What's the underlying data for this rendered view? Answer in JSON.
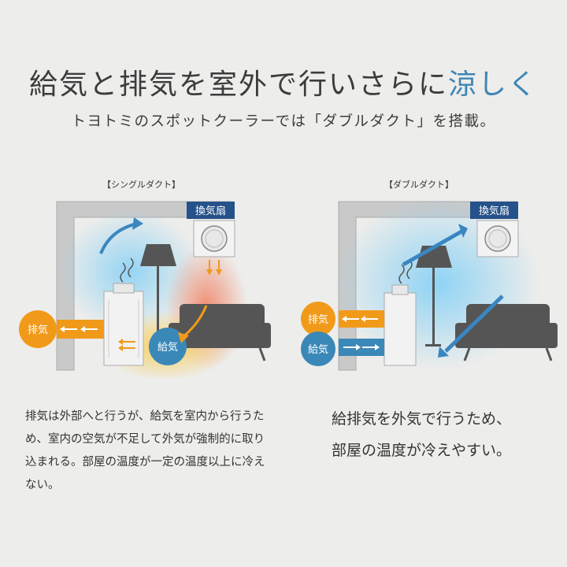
{
  "headline": {
    "main": "給気と排気を室外で行いさらに",
    "accent": "涼しく"
  },
  "subline": "トヨトミのスポットクーラーでは「ダブルダクト」を搭載。",
  "left_panel": {
    "label": "【シングルダクト】",
    "fan_label": "換気扇",
    "exhaust_label": "排気",
    "intake_label": "給気",
    "description": "排気は外部へと行うが、給気を室内から行うため、室内の空気が不足して外気が強制的に取り込まれる。部屋の温度が一定の温度以上に冷えない。"
  },
  "right_panel": {
    "label": "【ダブルダクト】",
    "fan_label": "換気扇",
    "exhaust_label": "排気",
    "intake_label": "給気",
    "description_line1": "給排気を外気で行うため、",
    "description_line2": "部屋の温度が冷えやすい。"
  },
  "colors": {
    "wall": "#c9c9c9",
    "wall_outline": "#aaaaaa",
    "sofa": "#555555",
    "fan_label_bg": "#25528a",
    "exhaust_orange": "#f19a1a",
    "intake_blue": "#3a88b8",
    "arrow_blue": "#3a86c0",
    "cool_glow": "#8fd3f5",
    "warm_glow": "#f7cd55",
    "hot_glow": "#f08a6e"
  }
}
